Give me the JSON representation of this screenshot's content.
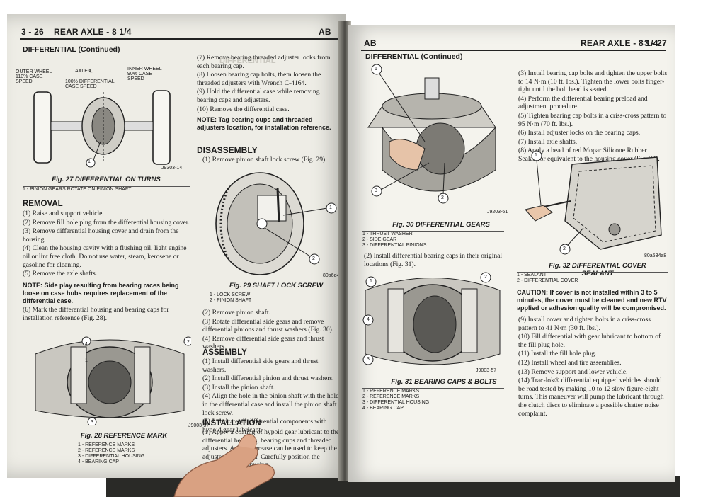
{
  "left_page": {
    "header": {
      "page_number": "3 - 26",
      "title": "REAR AXLE - 8 1/4",
      "code": "AB"
    },
    "section_title": "DIFFERENTIAL (Continued)",
    "fig27": {
      "labels": [
        "OUTER WHEEL 110% CASE SPEED",
        "AXLE ℄",
        "100% DIFFERENTIAL CASE SPEED",
        "INNER WHEEL 90% CASE SPEED"
      ],
      "callout": "1",
      "code": "J9303-14",
      "caption": "Fig. 27 DIFFERENTIAL ON TURNS",
      "legend": [
        "1 - PINION GEARS ROTATE ON PINION SHAFT"
      ]
    },
    "removal": {
      "heading": "REMOVAL",
      "steps": [
        "(1) Raise and support vehicle.",
        "(2) Remove fill hole plug from the differential housing cover.",
        "(3) Remove differential housing cover and drain from the housing.",
        "(4) Clean the housing cavity with a flushing oil, light engine oil or lint free cloth. Do not use water, steam, kerosene or gasoline for cleaning.",
        "(5) Remove the axle shafts."
      ],
      "note": "NOTE: Side play resulting from bearing races being loose on case hubs requires replacement of the differential case.",
      "step6": "(6) Mark the differential housing and bearing caps for installation reference (Fig. 28)."
    },
    "fig28": {
      "callouts": [
        "4",
        "1",
        "2",
        "3"
      ],
      "code": "J9003-57",
      "caption": "Fig. 28 REFERENCE MARK",
      "legend": [
        "1 - REFERENCE MARKS",
        "2 - REFERENCE MARKS",
        "3 - DIFFERENTIAL HOUSING",
        "4 - BEARING CAP"
      ]
    },
    "col2_top": [
      "(7) Remove bearing threaded adjuster locks from each bearing cap.",
      "(8) Loosen bearing cap bolts, them loosen the threaded adjusters with Wrench C-4164.",
      "(9) Hold the differential case while removing bearing caps and adjusters.",
      "(10) Remove the differential case."
    ],
    "col2_note": "NOTE: Tag bearing cups and threaded adjusters location, for installation reference.",
    "disassembly": {
      "heading": "DISASSEMBLY",
      "step1": "(1) Remove pinion shaft lock screw (Fig. 29)."
    },
    "fig29": {
      "callouts": [
        "1",
        "2"
      ],
      "code": "80a6d4",
      "caption": "Fig. 29 SHAFT LOCK SCREW",
      "legend": [
        "1 - LOCK SCREW",
        "2 - PINION SHAFT"
      ]
    },
    "disassembly_steps": [
      "(2) Remove pinion shaft.",
      "(3) Rotate differential side gears and remove differential pinions and thrust washers (Fig. 30).",
      "(4) Remove differential side gears and thrust washers."
    ],
    "assembly": {
      "heading": "ASSEMBLY",
      "steps": [
        "(1) Install differential side gears and thrust washers.",
        "(2) Install differential pinion and thrust washers.",
        "(3) Install the pinion shaft.",
        "(4) Align the hole in the pinion shaft with the hole in the differential case and install the pinion shaft lock screw.",
        "(5) Lubricate all differential components with hypoid gear lubricant."
      ]
    },
    "installation": {
      "heading": "INSTALLATION",
      "text": "(1) Apply a coating of hypoid gear lubricant to the differential bearings, bearing cups and threaded adjusters. A dab of grease can be used to keep the adjusters in position. Carefully position the assembly in the housing."
    }
  },
  "right_page": {
    "header": {
      "code": "AB",
      "title": "REAR AXLE - 8 1/4",
      "page_number": "3 - 27"
    },
    "section_title": "DIFFERENTIAL (Continued)",
    "fig30": {
      "callouts": [
        "1",
        "3",
        "2"
      ],
      "code": "J9203-61",
      "caption": "Fig. 30 DIFFERENTIAL GEARS",
      "legend": [
        "1 - THRUST WASHER",
        "2 - SIDE GEAR",
        "3 - DIFFERENTIAL PINIONS"
      ]
    },
    "step2": "(2) Install differential bearing caps in their original locations (Fig. 31).",
    "fig31": {
      "callouts": [
        "1",
        "2",
        "4",
        "3"
      ],
      "code": "J9003-57",
      "caption": "Fig. 31 BEARING CAPS & BOLTS",
      "legend": [
        "1 - REFERENCE MARKS",
        "2 - REFERENCE MARKS",
        "3 - DIFFERENTIAL HOUSING",
        "4 - BEARING CAP"
      ]
    },
    "col2_steps": [
      "(3) Install bearing cap bolts and tighten the upper bolts to 14 N·m (10 ft. lbs.). Tighten the lower bolts finger-tight until the bolt head is seated.",
      "(4) Perform the differential bearing preload and adjustment procedure.",
      "(5) Tighten bearing cap bolts in a criss-cross pattern to 95 N·m (70 ft. lbs.).",
      "(6) Install adjuster locks on the bearing caps.",
      "(7) Install axle shafts.",
      "(8) Apply a bead of red Mopar Silicone Rubber Sealant or equivalent to the housing cover (Fig. 32)."
    ],
    "fig32": {
      "callouts": [
        "1",
        "2"
      ],
      "code": "80a534a8",
      "caption": "Fig. 32 DIFFERENTIAL COVER SEALANT",
      "legend": [
        "1 - SEALANT",
        "2 - DIFFERENTIAL COVER"
      ]
    },
    "caution": "CAUTION: If cover is not installed within 3 to 5 minutes, the cover must be cleaned and new RTV applied or adhesion quality will be compromised.",
    "final_steps": [
      "(9) Install cover and tighten bolts in a criss-cross pattern to 41 N·m (30 ft. lbs.).",
      "(10) Fill differential with gear lubricant to bottom of the fill plug hole.",
      "(11) Install the fill hole plug.",
      "(12) Install wheel and tire assemblies.",
      "(13) Remove support and lower vehicle.",
      "(14) Trac-lok® differential equipped vehicles should be road tested by making 10 to 12 slow figure-eight turns. This maneuver will pump the lubricant through the clutch discs to eliminate a possible chatter noise complaint."
    ]
  },
  "colors": {
    "paper": "#f1f0ea",
    "ink": "#1b1b1b",
    "binding": "#2a2a27",
    "skin": "#d9a182"
  }
}
